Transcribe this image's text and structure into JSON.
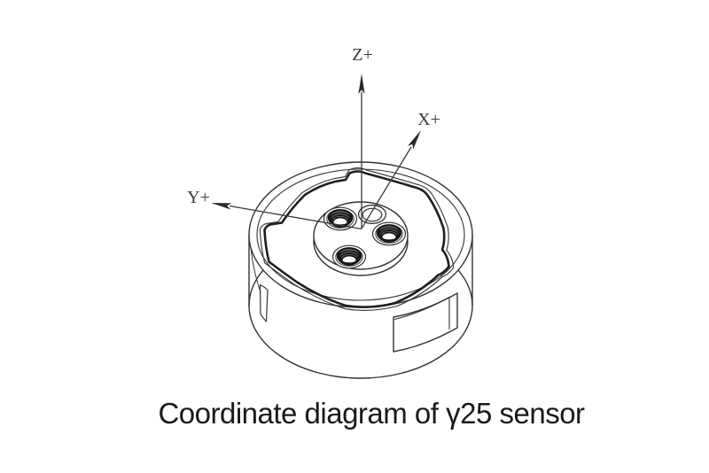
{
  "figure": {
    "caption": "Coordinate diagram of γ25 sensor",
    "axes": {
      "z": {
        "label": "Z+"
      },
      "x": {
        "label": "X+"
      },
      "y": {
        "label": "Y+"
      }
    },
    "colors": {
      "background": "#ffffff",
      "thin_line": "#333333",
      "thick_line": "#1f1f1f",
      "axis_line": "#3a3a3a",
      "caption_text": "#1a1a1a"
    }
  }
}
